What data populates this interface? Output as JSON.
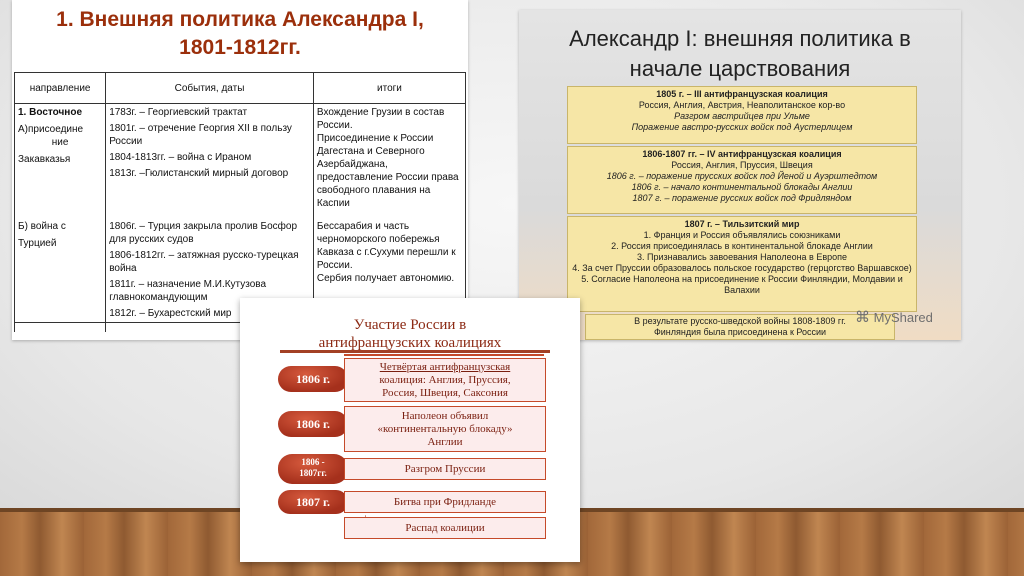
{
  "slide1": {
    "title": "1. Внешняя политика Александра I, 1801-1812гг.",
    "headers": [
      "направление",
      "События, даты",
      "итоги"
    ],
    "rows": [
      {
        "dir": [
          "1. Восточное",
          "А)присоедине",
          "ние",
          "Закавказья"
        ],
        "events": [
          "1783г. – Георгиевский трактат",
          "1801г. – отречение Георгия XII в пользу России",
          "1804-1813гг. – война с Ираном",
          "1813г. –Гюлистанский мирный договор"
        ],
        "results": [
          "Вхождение Грузии в состав России.",
          "Присоединение к России Дагестана и Северного Азербайджана, предоставление России права свободного плавания на Каспии"
        ]
      },
      {
        "dir": [
          "Б) война с",
          "Турцией"
        ],
        "events": [
          "1806г. – Турция закрыла пролив Босфор для русских судов",
          "1806-1812гг. – затяжная русско-турецкая война",
          "1811г. – назначение М.И.Кутузова главнокомандующим",
          "1812г. – Бухарестский мир"
        ],
        "results": [
          "Бессарабия и часть черноморского побережья Кавказа с г.Сухуми перешли к России.",
          "Сербия получает автономию."
        ]
      }
    ]
  },
  "slide2": {
    "title": "Александр I: внешняя политика в начале царствования",
    "box1": {
      "head": "1805 г. – III антифранцузская коалиция",
      "lines": [
        "Россия, Англия, Австрия, Неаполитанское кор-во",
        "Разгром австрийцев при Ульме",
        "Поражение австро-русских войск под Аустерлицем"
      ]
    },
    "box2": {
      "head": "1806-1807 гг. – IV антифранцузская коалиция",
      "lines": [
        "Россия, Англия, Пруссия, Швеция",
        "1806 г. – поражение прусских войск под Йеной и Ауэрштедтом",
        "1806 г. – начало континентальной блокады Англии",
        "1807 г. – поражение русских войск под Фридляндом"
      ]
    },
    "box3": {
      "head": "1807 г. – Тильзитский мир",
      "lines": [
        "1. Франция и Россия объявлялись союзниками",
        "2. Россия присоединялась в континентальной блокаде Англии",
        "3. Признавались завоевания Наполеона в Европе",
        "4. За счет Пруссии образовалось польское государство (герцогство Варшавское)",
        "5. Согласие Наполеона на присоединение к России Финляндии, Молдавии и Валахии"
      ]
    },
    "box4": [
      "В результате русско-шведской войны 1808-1809 гг.",
      "Финляндия была присоединена к России"
    ],
    "watermark": "MyShared"
  },
  "slide3": {
    "title_line1": "Участие России в",
    "title_line2": "антифранцузских коалициях",
    "items": [
      {
        "date": "1806 г.",
        "lines": [
          "Четвёртая антифранцузская",
          "коалиция: Англия, Пруссия,",
          "Россия, Швеция, Саксония"
        ]
      },
      {
        "date": "1806 г.",
        "lines": [
          "Наполеон объявил",
          "«континентальную блокаду»",
          "Англии"
        ]
      },
      {
        "date_l1": "1806 -",
        "date_l2": "1807гг.",
        "lines": [
          "Разгром Пруссии"
        ]
      },
      {
        "date": "1807 г.",
        "lines": [
          "Битва при Фридланде"
        ]
      },
      {
        "lines": [
          "Распад коалиции"
        ]
      }
    ]
  },
  "colors": {
    "slide1_title": "#9b2f0b",
    "box_fill": "#f6e6a6",
    "accent_red": "#c54a2a"
  }
}
